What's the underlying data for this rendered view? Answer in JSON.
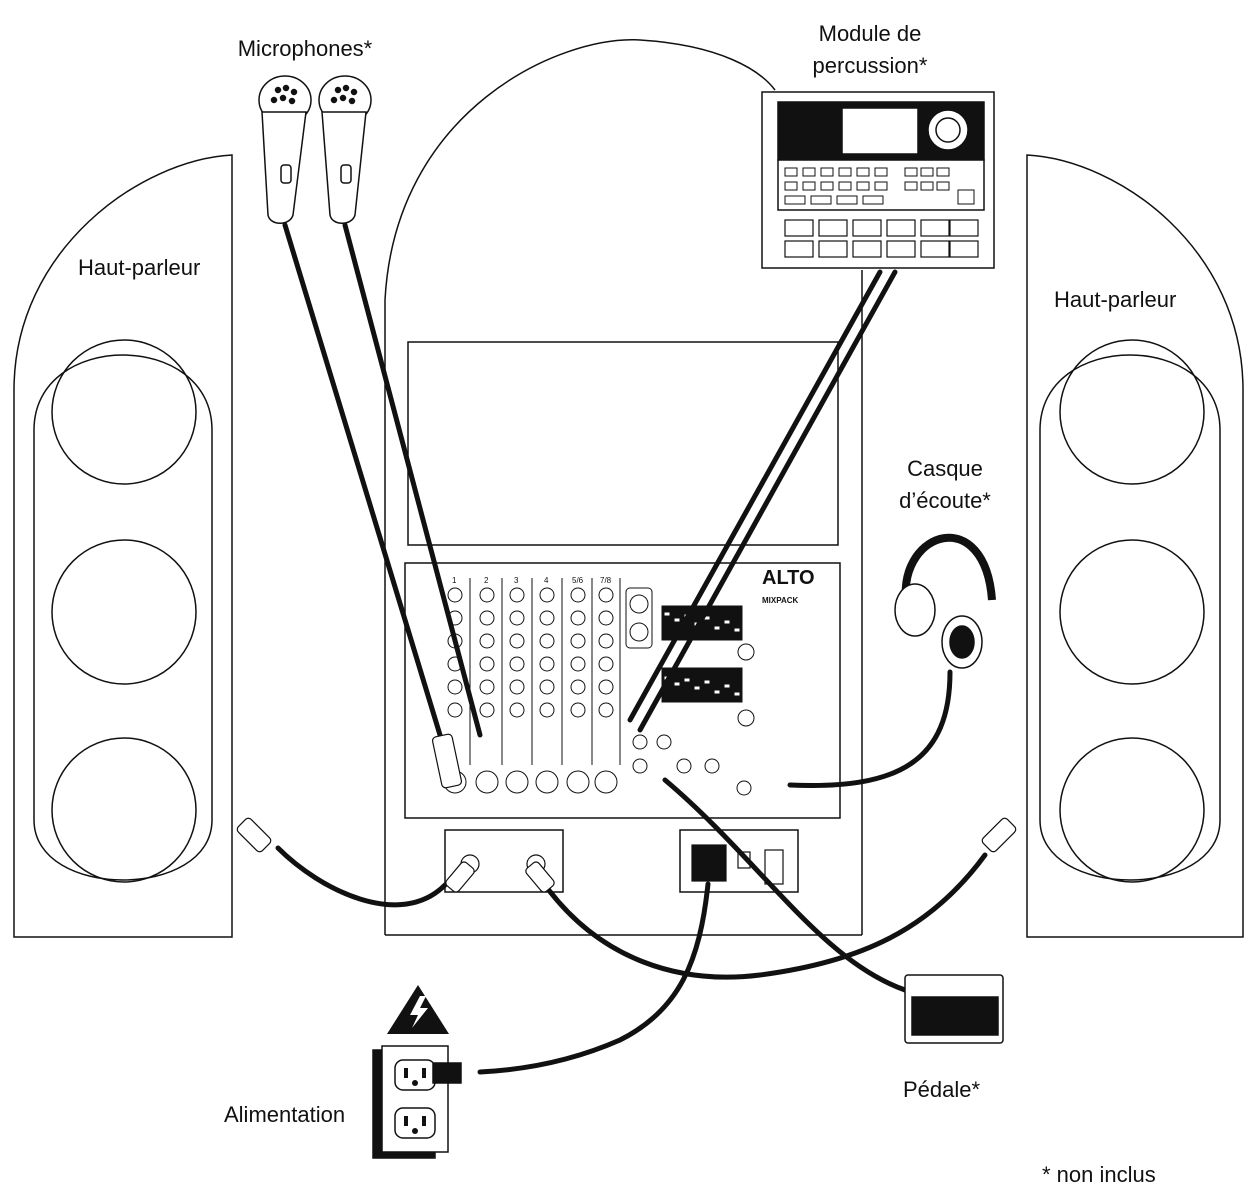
{
  "labels": {
    "microphones": "Microphones*",
    "module_line1": "Module de",
    "module_line2": "percussion*",
    "speaker_left": "Haut-parleur",
    "speaker_right": "Haut-parleur",
    "headphones_line1": "Casque",
    "headphones_line2": "d’écoute*",
    "pedal": "Pédale*",
    "power": "Alimentation",
    "footnote": "* non inclus"
  },
  "mixer": {
    "brand": "ALTO",
    "model": "MIXPACK",
    "channel_numbers": [
      "1",
      "2",
      "3",
      "4",
      "5/6",
      "7/8"
    ]
  },
  "colors": {
    "ink": "#111111",
    "paper": "#ffffff"
  }
}
